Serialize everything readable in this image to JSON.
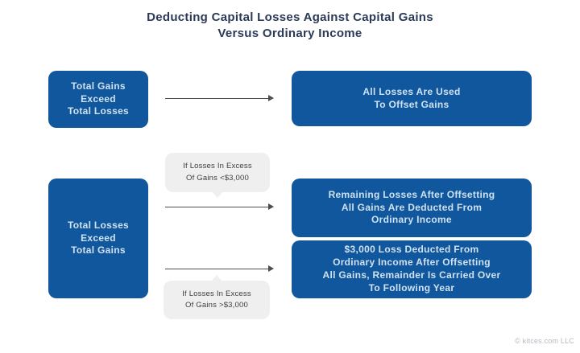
{
  "title": {
    "text": "Deducting Capital Losses Against Capital Gains\nVersus Ordinary Income"
  },
  "colors": {
    "box_blue": "#11579e",
    "box_text": "#cfe2f1",
    "title_navy": "#2b3a57",
    "callout_bg": "#efefef",
    "callout_text": "#3f3f3f",
    "arrow_gray": "#4d4d4d",
    "footer_gray": "#b5b9bf"
  },
  "flow_top": {
    "source_label": "Total Gains\nExceed\nTotal Losses",
    "result_label": "All Losses Are Used\nTo Offset Gains"
  },
  "flow_bottom": {
    "source_label": "Total Losses\nExceed\nTotal Gains",
    "branch_small": {
      "condition_label": "If Losses In Excess\nOf Gains <$3,000",
      "result_label": "Remaining Losses After Offsetting\nAll Gains Are Deducted From\nOrdinary Income"
    },
    "branch_large": {
      "condition_label": "If Losses In Excess\nOf Gains >$3,000",
      "result_label": "$3,000 Loss Deducted From\nOrdinary Income After Offsetting\nAll Gains, Remainder Is Carried Over\nTo Following Year"
    }
  },
  "footer": {
    "credit": "© kitces.com LLC"
  }
}
